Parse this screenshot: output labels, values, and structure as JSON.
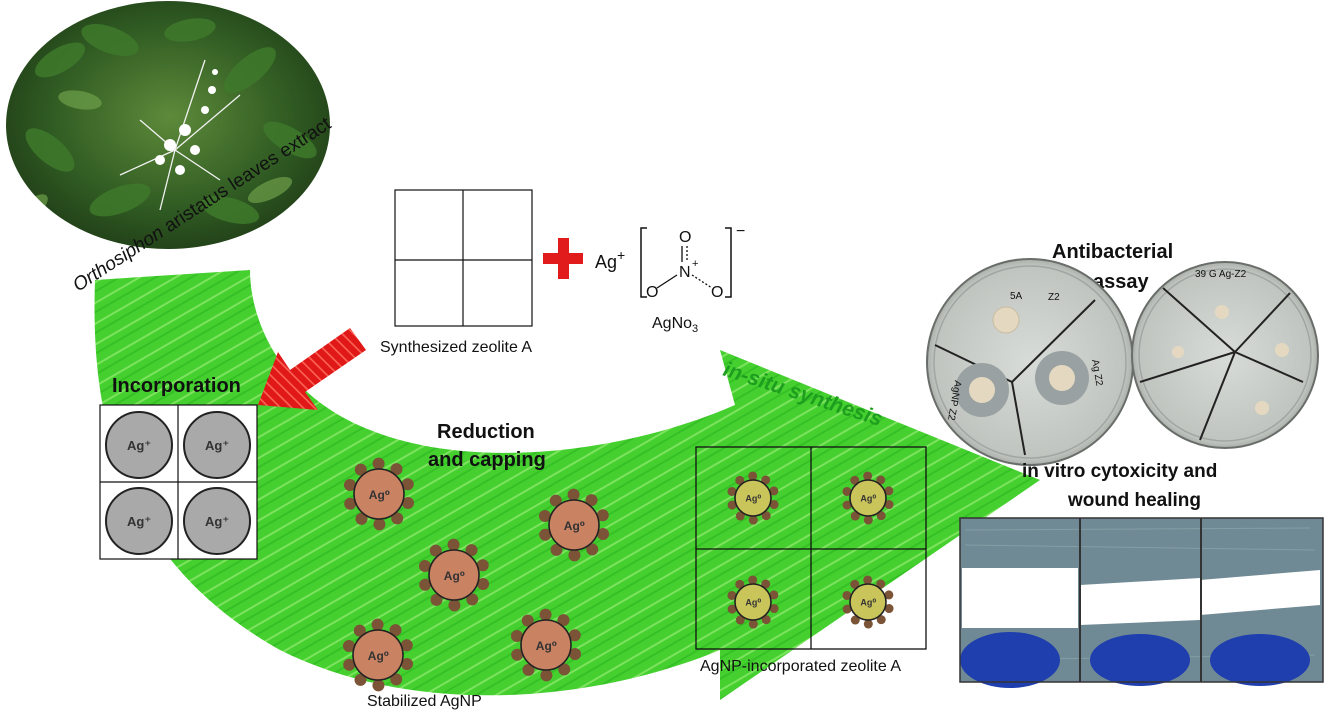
{
  "labels": {
    "plant_extract": "Orthosiphon aristatus leaves extract",
    "plant_genus": "Orthosiphon",
    "plant_rest": " aristatus leaves extract",
    "synthesized_zeolite": "Synthesized zeolite A",
    "silver_ion": "Ag",
    "silver_ion_charge": "+",
    "nitrate_formula": "AgNo",
    "nitrate_subscript": "3",
    "nitrate_charge": "−",
    "nitrate_O": "O",
    "nitrate_N": "N",
    "nitrate_N_charge": "+",
    "incorporation": "Incorporation",
    "reduction_line1": "Reduction",
    "reduction_line2": "and capping",
    "stabilized_agnp": "Stabilized AgNP",
    "insitu": "in-situ synthesis",
    "agnp_zeolite": "AgNP-incorporated zeolite A",
    "antibacterial_line1": "Antibacterial",
    "antibacterial_line2": "assay",
    "cytotox_line1": "in vitro cytoxicity and",
    "cytotox_line2": "wound healing",
    "ag_plus": "Ag⁺",
    "ag_zero": "Ag⁰",
    "plate1_label_a": "5A",
    "plate1_label_b": "Z2",
    "plate1_label_c": "AgNP Z2",
    "plate1_label_d": "Ag Z2",
    "plate2_label_a": "39 G Ag-Z2"
  },
  "colors": {
    "arrow_green": "#3fcf2a",
    "arrow_green_light": "#7ee35a",
    "plus_red": "#e11b1b",
    "arrow_red": "#e01818",
    "ag_ion_fill": "#a9a9a9",
    "agnp_fill": "#c98262",
    "capping_dots": "#7b5336",
    "agnp_zeolite_fill": "#c9c55a",
    "plate_agar": "#cfd3cf",
    "wound_bg": "#6f8a94",
    "stain_blue": "#1f3fae"
  },
  "icons": {
    "plant_photo": "plant-photo",
    "petri_dish": "petri-dish-icon",
    "micrograph": "wound-micrograph"
  }
}
